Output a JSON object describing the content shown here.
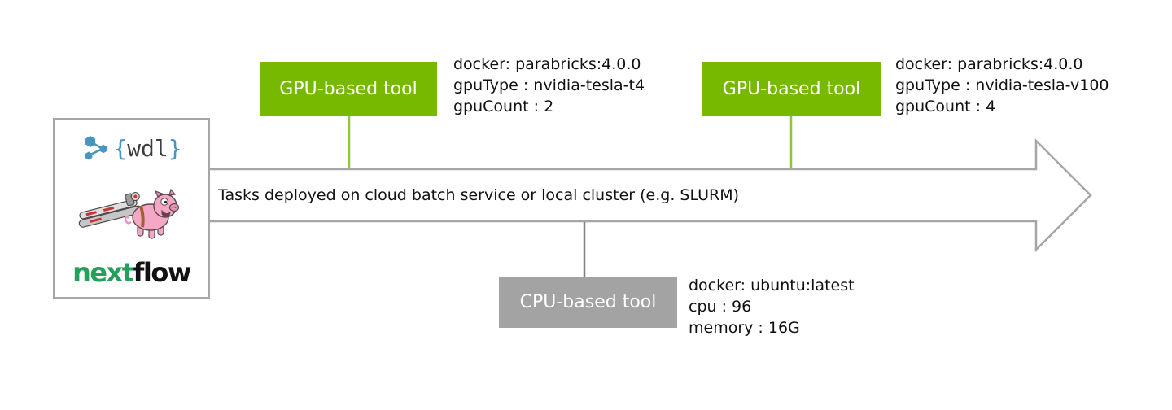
{
  "diagram": {
    "source": {
      "wdl_logo": {
        "brace_left": "{",
        "word": "wdl",
        "brace_right": "}"
      },
      "nextflow_logo": {
        "green_part": "next",
        "black_part": "flow"
      }
    },
    "arrow": {
      "label": "Tasks deployed on cloud batch service or local cluster (e.g. SLURM)"
    },
    "nodes": [
      {
        "id": "gpu-1",
        "label": "GPU-based tool",
        "type": "gpu",
        "annotation": [
          "docker: parabricks:4.0.0",
          "gpuType : nvidia-tesla-t4",
          "gpuCount : 2"
        ]
      },
      {
        "id": "gpu-2",
        "label": "GPU-based tool",
        "type": "gpu",
        "annotation": [
          "docker: parabricks:4.0.0",
          "gpuType : nvidia-tesla-v100",
          "gpuCount : 4"
        ]
      },
      {
        "id": "cpu-1",
        "label": "CPU-based tool",
        "type": "cpu",
        "annotation": [
          "docker: ubuntu:latest",
          "cpu : 96",
          "memory : 16G"
        ]
      }
    ],
    "colors": {
      "gpu_box_green": "#76b900",
      "cpu_box_gray": "#a3a3a3",
      "arrow_outline_gray": "#a6a6a6",
      "gpu_connector_green": "#8dc63f",
      "cpu_connector_gray": "#808080",
      "nextflow_green": "#24a05a",
      "wdl_blue": "#4796c0",
      "text_black": "#111111"
    }
  }
}
